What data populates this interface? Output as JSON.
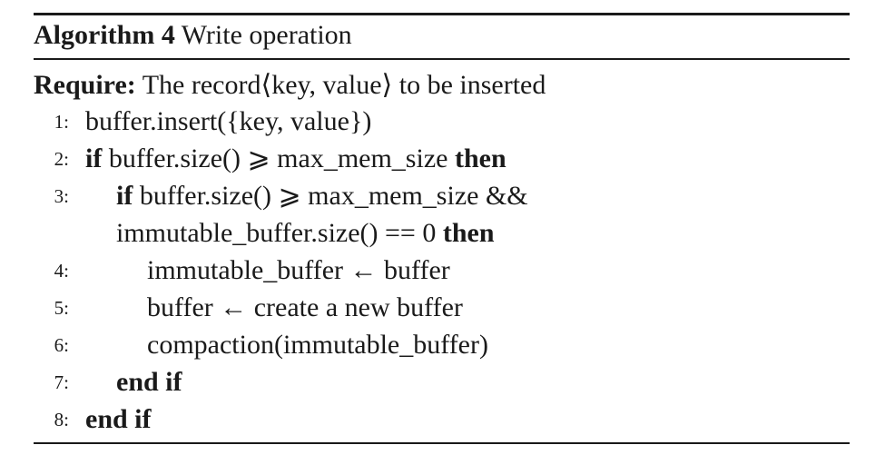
{
  "algorithm": {
    "label": "Algorithm 4",
    "title": "Write operation"
  },
  "require": {
    "keyword": "Require:",
    "text": "The record⟨key, value⟩ to be inserted"
  },
  "lines": [
    {
      "num": "1:",
      "code": "buffer.insert({key, value})"
    },
    {
      "num": "2:",
      "kw1": "if",
      "code": "buffer.size() ⩾ max_mem_size",
      "kw2": "then"
    },
    {
      "num": "3:",
      "kw1": "if",
      "code": "buffer.size() ⩾ max_mem_size &&"
    },
    {
      "code": "immutable_buffer.size() == 0",
      "kw2": "then"
    },
    {
      "num": "4:",
      "code": "immutable_buffer ← buffer"
    },
    {
      "num": "5:",
      "code": "buffer ← create a new buffer"
    },
    {
      "num": "6:",
      "code": "compaction(immutable_buffer)"
    },
    {
      "num": "7:",
      "kw1": "end if"
    },
    {
      "num": "8:",
      "kw1": "end if"
    }
  ]
}
